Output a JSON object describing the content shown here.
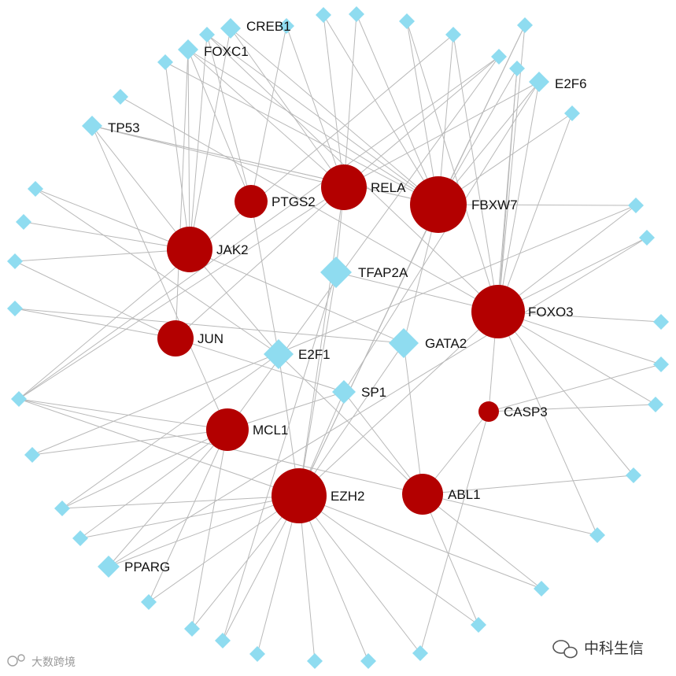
{
  "colors": {
    "hub_node": "#b30000",
    "tf_node": "#8fdcf0",
    "edge": "#b9b9b9",
    "background": "#ffffff"
  },
  "hub_nodes": [
    {
      "id": "RELA",
      "label": "RELA"
    },
    {
      "id": "PTGS2",
      "label": "PTGS2"
    },
    {
      "id": "FBXW7",
      "label": "FBXW7"
    },
    {
      "id": "JAK2",
      "label": "JAK2"
    },
    {
      "id": "FOXO3",
      "label": "FOXO3"
    },
    {
      "id": "JUN",
      "label": "JUN"
    },
    {
      "id": "CASP3",
      "label": "CASP3"
    },
    {
      "id": "MCL1",
      "label": "MCL1"
    },
    {
      "id": "EZH2",
      "label": "EZH2"
    },
    {
      "id": "ABL1",
      "label": "ABL1"
    }
  ],
  "labeled_tf_nodes": [
    {
      "id": "CREB1",
      "label": "CREB1"
    },
    {
      "id": "FOXC1",
      "label": "FOXC1"
    },
    {
      "id": "E2F6",
      "label": "E2F6"
    },
    {
      "id": "TP53",
      "label": "TP53"
    },
    {
      "id": "TFAP2A",
      "label": "TFAP2A"
    },
    {
      "id": "E2F1",
      "label": "E2F1"
    },
    {
      "id": "GATA2",
      "label": "GATA2"
    },
    {
      "id": "SP1",
      "label": "SP1"
    },
    {
      "id": "PPARG",
      "label": "PPARG"
    }
  ],
  "unlabeled_tf_count": 36,
  "watermarks": {
    "right": "中科生信",
    "left": "大数跨境"
  }
}
